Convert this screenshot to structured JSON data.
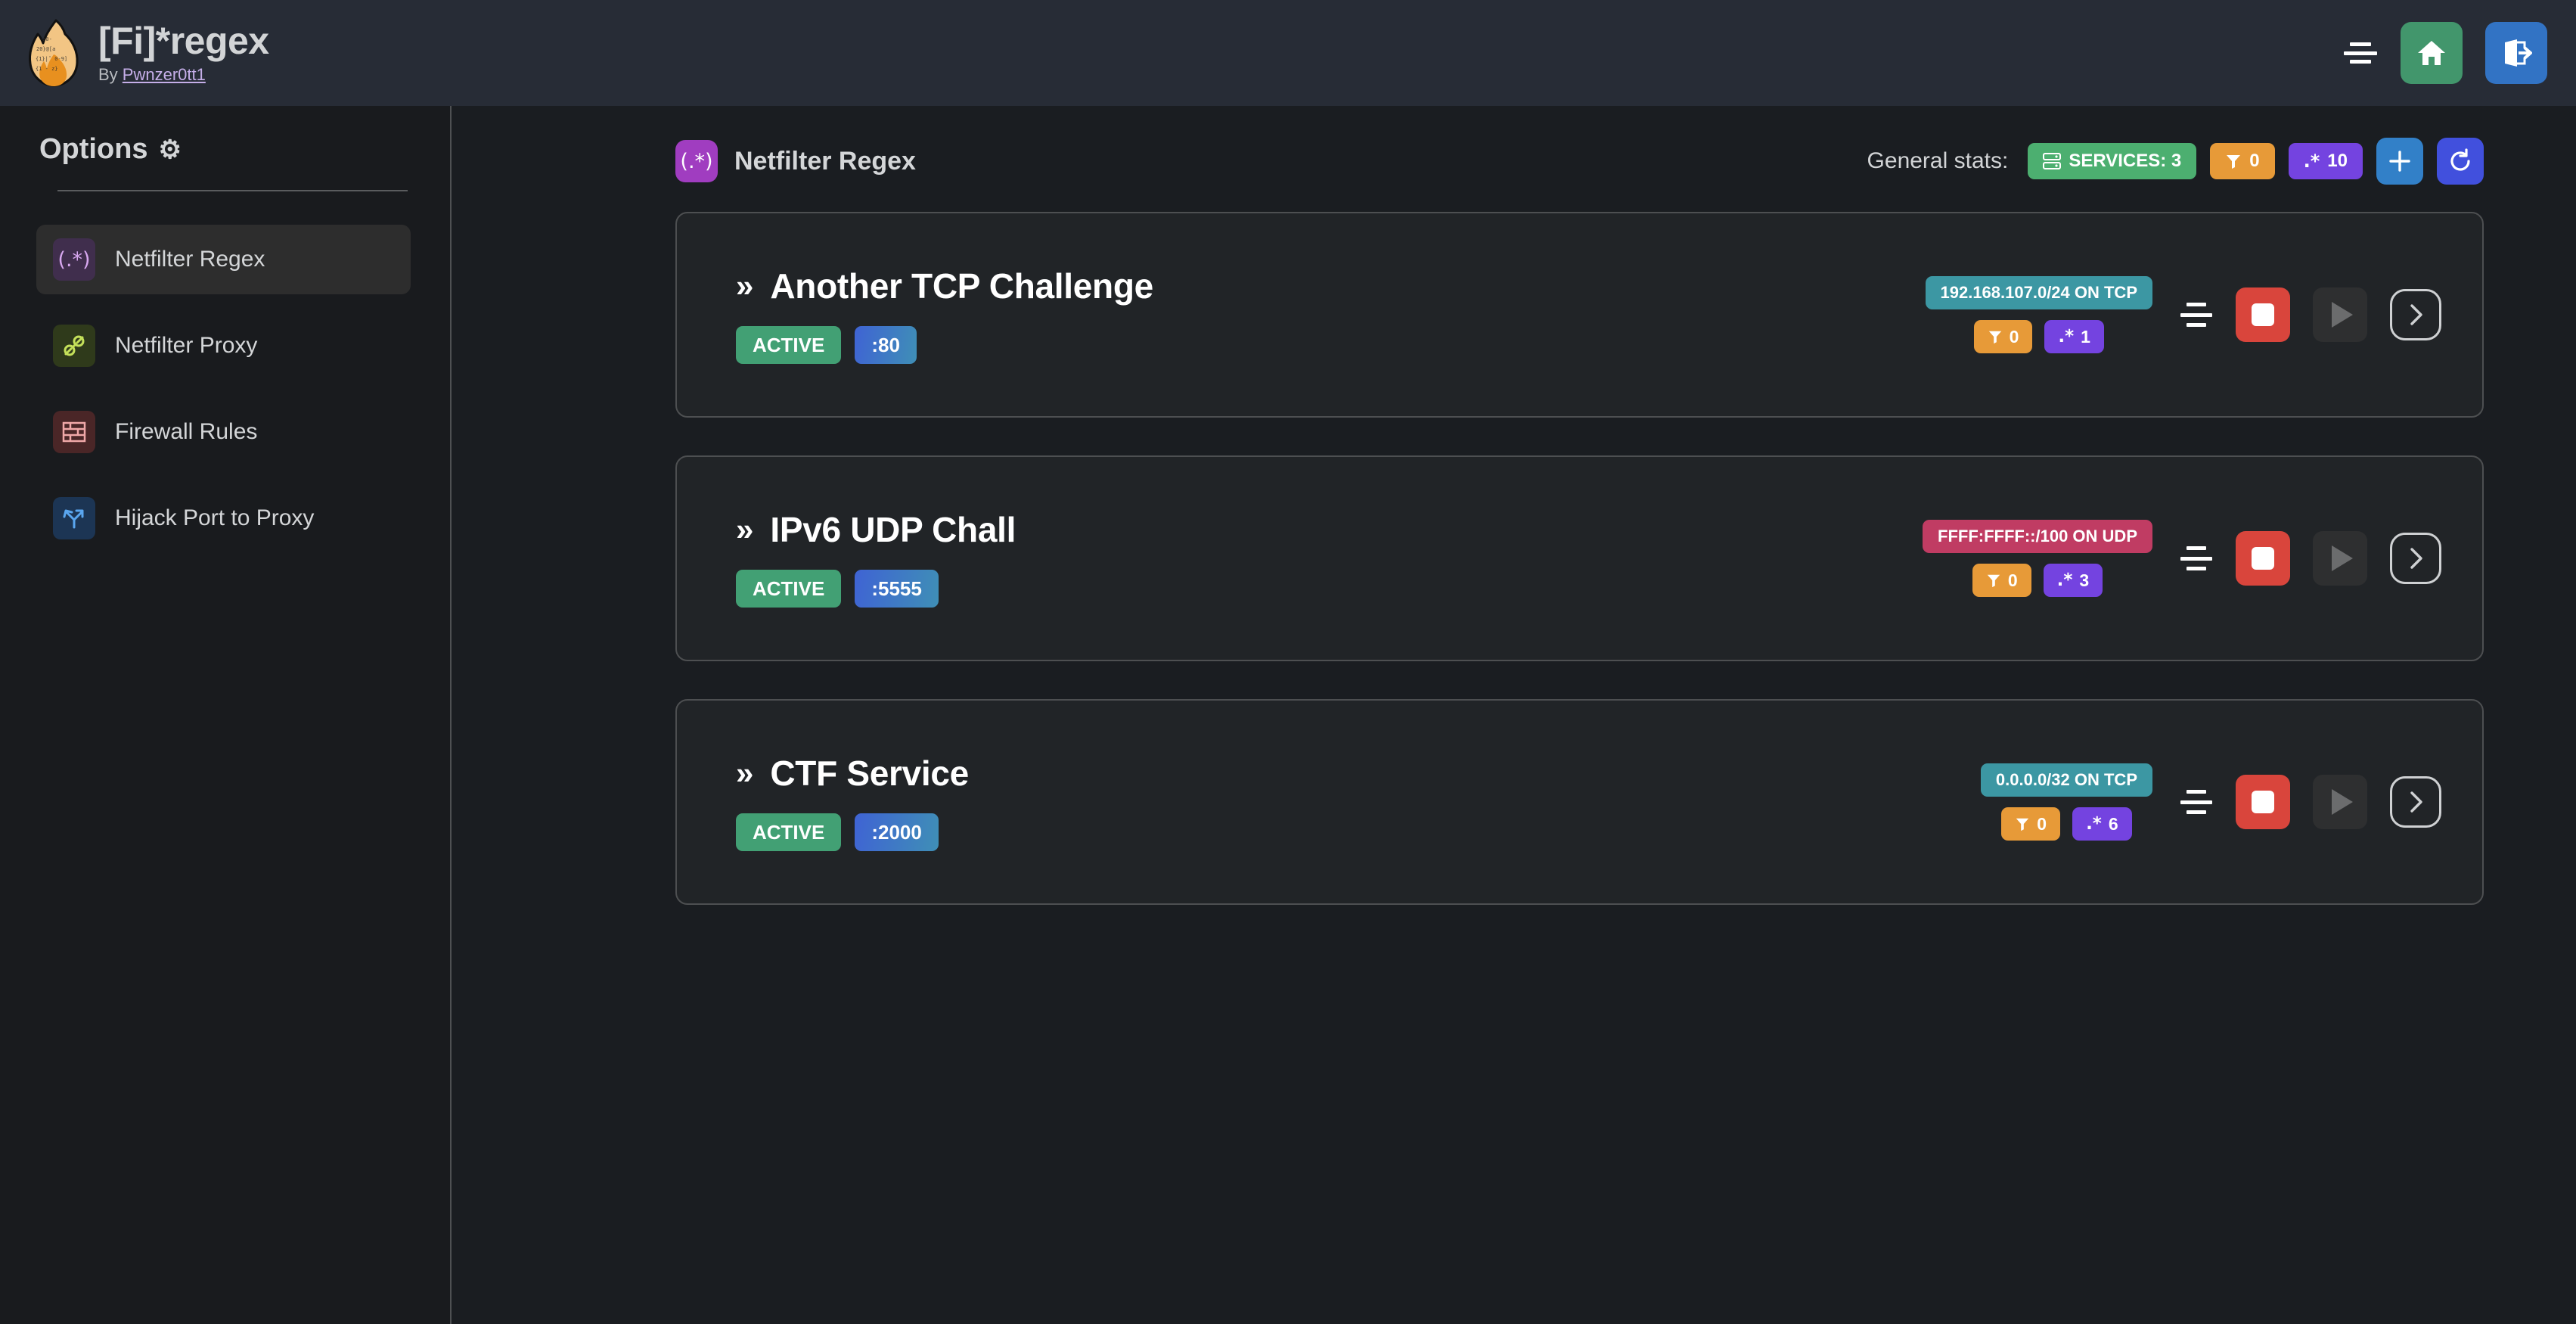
{
  "header": {
    "title": "[Fi]*regex",
    "by_prefix": "By ",
    "author": "Pwnzer0tt1",
    "logo_name": "flame-logo",
    "menu_icon": "menu-icon",
    "home_icon": "home-icon",
    "logout_icon": "logout-icon",
    "home_color": "#42966c",
    "logout_color": "#3273c4"
  },
  "sidebar": {
    "heading": "Options",
    "gear_icon": "⚙",
    "items": [
      {
        "label": "Netfilter Regex",
        "icon": "regex-icon",
        "glyph": "(.*)",
        "active": true
      },
      {
        "label": "Netfilter Proxy",
        "icon": "proxy-plug-icon",
        "glyph": "",
        "active": false
      },
      {
        "label": "Firewall Rules",
        "icon": "brick-wall-icon",
        "glyph": "",
        "active": false
      },
      {
        "label": "Hijack Port to Proxy",
        "icon": "branch-arrow-icon",
        "glyph": "",
        "active": false
      }
    ]
  },
  "main": {
    "page_title": "Netfilter Regex",
    "page_title_glyph": "(.*)",
    "page_title_icon_color": "#a03dc0",
    "stats_label": "General stats:",
    "stats": {
      "services": {
        "label": "SERVICES: 3",
        "icon": "server-icon",
        "color": "#4caf70"
      },
      "filter": {
        "value": "0",
        "icon": "filter-icon",
        "color": "#e79a38"
      },
      "regex": {
        "value": "10",
        "glyph": ".*",
        "color": "#7443e0"
      }
    },
    "add_button": {
      "icon": "plus-icon",
      "color": "#3280c8"
    },
    "refresh_button": {
      "icon": "refresh-icon",
      "color": "#4150dd"
    },
    "services": [
      {
        "name": "Another TCP Challenge",
        "chevron": "»",
        "status": "ACTIVE",
        "port": ":80",
        "network": "192.168.107.0/24 ON TCP",
        "proto": "tcp",
        "filter_count": "0",
        "regex_count": "1",
        "regex_glyph": ".*",
        "menu_icon": "menu-icon",
        "stop_icon": "stop-icon",
        "play_icon": "play-icon",
        "detail_icon": "chevron-right-icon"
      },
      {
        "name": "IPv6 UDP Chall",
        "chevron": "»",
        "status": "ACTIVE",
        "port": ":5555",
        "network": "FFFF:FFFF::/100 ON UDP",
        "proto": "udp",
        "filter_count": "0",
        "regex_count": "3",
        "regex_glyph": ".*",
        "menu_icon": "menu-icon",
        "stop_icon": "stop-icon",
        "play_icon": "play-icon",
        "detail_icon": "chevron-right-icon"
      },
      {
        "name": "CTF Service",
        "chevron": "»",
        "status": "ACTIVE",
        "port": ":2000",
        "network": "0.0.0.0/32 ON TCP",
        "proto": "tcp",
        "filter_count": "0",
        "regex_count": "6",
        "regex_glyph": ".*",
        "menu_icon": "menu-icon",
        "stop_icon": "stop-icon",
        "play_icon": "play-icon",
        "detail_icon": "chevron-right-icon"
      }
    ]
  }
}
